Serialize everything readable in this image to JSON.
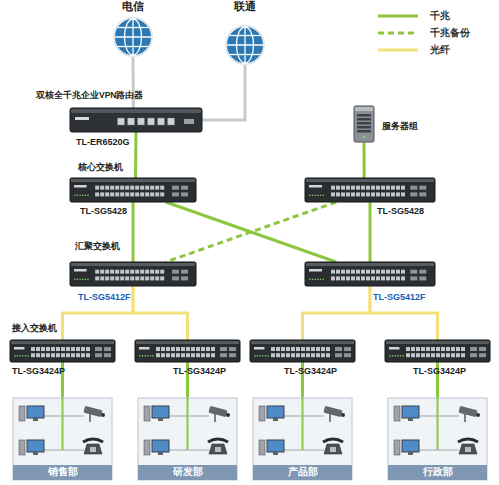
{
  "diagram": {
    "nodes": [
      {
        "text": [
          "电信"
        ]
      },
      {
        "text": [
          "联通"
        ]
      },
      {
        "text": [
          "双核全千兆企业VPN路由器",
          "TL-ER6520G"
        ]
      },
      {
        "text": [
          "服务器组"
        ]
      },
      {
        "text": [
          "核心交换机",
          "TL-SG5428"
        ]
      },
      {
        "text": [
          "TL-SG5428"
        ]
      },
      {
        "text": [
          "汇聚交换机",
          "TL-SG5412F"
        ]
      },
      {
        "text": [
          "TL-SG5412F"
        ]
      },
      {
        "text": [
          "接入交换机",
          "TL-SG3424P"
        ]
      },
      {
        "text": [
          "TL-SG3424P"
        ]
      },
      {
        "text": [
          "TL-SG3424P"
        ]
      },
      {
        "text": [
          "TL-SG3424P"
        ]
      },
      {
        "text": [
          "销售部"
        ]
      },
      {
        "text": [
          "研发部"
        ]
      },
      {
        "text": [
          "产品部"
        ]
      },
      {
        "text": [
          "行政部"
        ]
      }
    ],
    "edges": [
      {
        "from": 0,
        "to": 2,
        "arrow": "none"
      },
      {
        "from": 1,
        "to": 2,
        "arrow": "none"
      },
      {
        "from": 2,
        "to": 4,
        "arrow": "none"
      },
      {
        "from": 3,
        "to": 5,
        "arrow": "none"
      },
      {
        "from": 4,
        "to": 6,
        "arrow": "none"
      },
      {
        "from": 4,
        "to": 7,
        "arrow": "none"
      },
      {
        "from": 5,
        "to": 6,
        "arrow": "none"
      },
      {
        "from": 5,
        "to": 7,
        "arrow": "none"
      },
      {
        "from": 6,
        "to": 8,
        "arrow": "none"
      },
      {
        "from": 6,
        "to": 9,
        "arrow": "none"
      },
      {
        "from": 7,
        "to": 10,
        "arrow": "none"
      },
      {
        "from": 7,
        "to": 11,
        "arrow": "none"
      },
      {
        "from": 8,
        "to": 12,
        "arrow": "none"
      },
      {
        "from": 9,
        "to": 13,
        "arrow": "none"
      },
      {
        "from": 10,
        "to": 14,
        "arrow": "none"
      },
      {
        "from": 11,
        "to": 15,
        "arrow": "none"
      }
    ],
    "legend": [
      {
        "text": "千兆"
      },
      {
        "text": "千兆备份"
      },
      {
        "text": "光纤"
      }
    ]
  }
}
